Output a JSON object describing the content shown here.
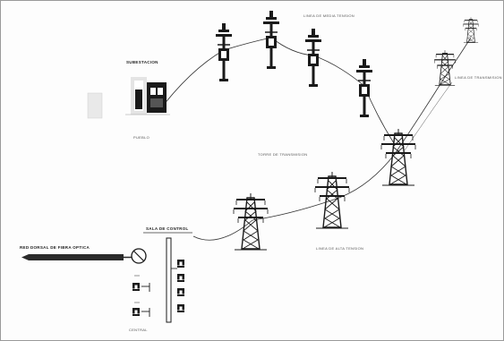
{
  "labels": {
    "medium_voltage_line": "LINEA DE MEDIA TENSION",
    "substation_title": "SUBESTACION",
    "substation_caption": "PUEBLO",
    "high_voltage_line": "LINEA DE ALTA TENSION",
    "tower_line_label": "TORRE DE TRANSMISION",
    "right_tower_label": "LINEA DE TRANSMISION",
    "fiber_network": "RED DORSAL DE FIBRA OPTICA",
    "control_room": "SALA DE CONTROL",
    "bottom_caption": "CENTRAL"
  },
  "colors": {
    "line": "#333333",
    "tower": "#1a1a1a",
    "fiber_bar": "#2b2b2b",
    "frame": "#9a9a9a"
  }
}
